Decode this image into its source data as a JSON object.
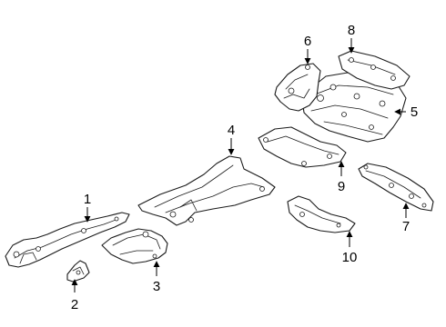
{
  "callouts": [
    {
      "part": "1",
      "label": "1"
    },
    {
      "part": "2",
      "label": "2"
    },
    {
      "part": "3",
      "label": "3"
    },
    {
      "part": "4",
      "label": "4"
    },
    {
      "part": "5",
      "label": "5"
    },
    {
      "part": "6",
      "label": "6"
    },
    {
      "part": "7",
      "label": "7"
    },
    {
      "part": "8",
      "label": "8"
    },
    {
      "part": "9",
      "label": "9"
    },
    {
      "part": "10",
      "label": "10"
    }
  ],
  "colors": {
    "line": "#1a1a1a",
    "background": "#ffffff",
    "text": "#000000"
  }
}
